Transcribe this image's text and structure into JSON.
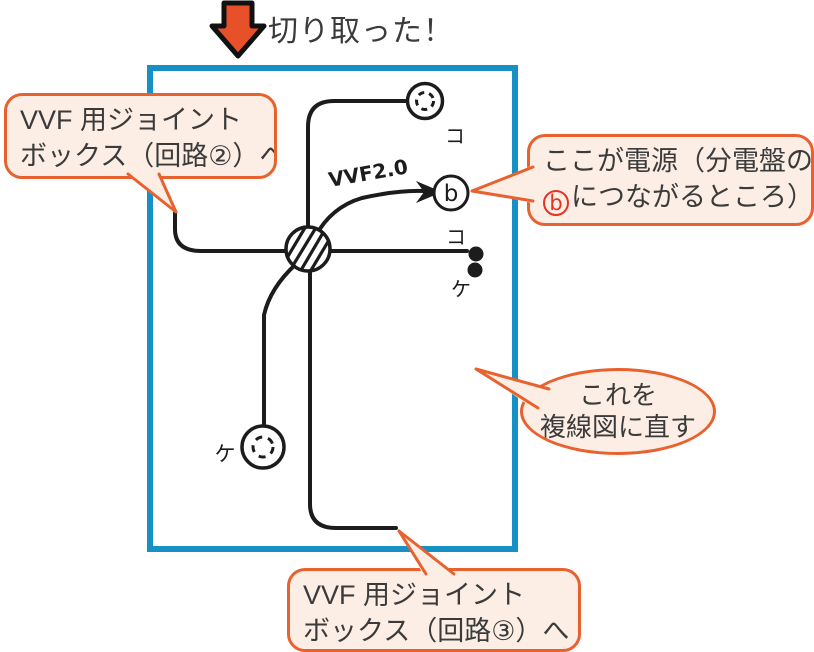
{
  "header": {
    "arrow_label": "切り取った！"
  },
  "callouts": {
    "left": {
      "line1": "VVF 用ジョイント",
      "line2": "ボックス（回路②）へ"
    },
    "right": {
      "line1": "ここが電源（分電盤の",
      "b_symbol": "b",
      "line2_suffix": "につながるところ）"
    },
    "ellipse": {
      "line1": "これを",
      "line2": "複線図に直す"
    },
    "bottom": {
      "line1": "VVF 用ジョイント",
      "line2": "ボックス（回路③）へ"
    }
  },
  "diagram": {
    "cable_label": "VVF2.0",
    "power_point_label": "b",
    "lamp_top_label": "コ",
    "switch_top_label": "コ",
    "switch_bottom_label": "ケ",
    "lamp_bottom_label": "ケ"
  },
  "colors": {
    "frame_blue": "#1690c5",
    "callout_border_orange": "#e8612f",
    "callout_fill": "#fceee4",
    "arrow_orange": "#e8502a",
    "b_symbol_red": "#e53323",
    "ink_black": "#1c1c1c",
    "text_gray": "#3b3b3b"
  }
}
